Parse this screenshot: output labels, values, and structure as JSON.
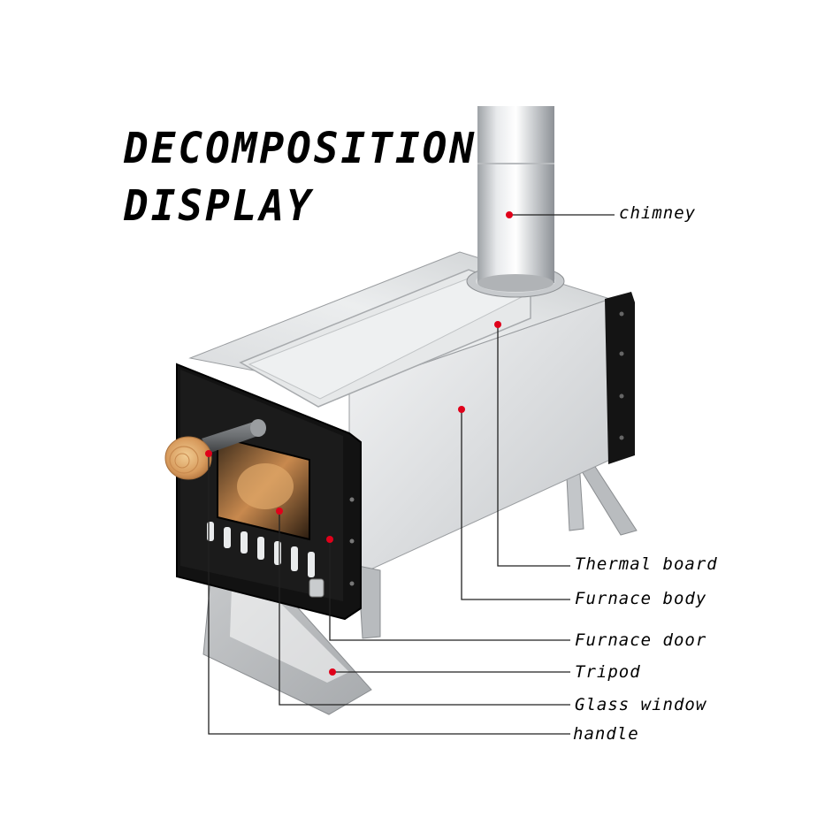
{
  "title": {
    "line1": "DECOMPOSITION",
    "line2": "DISPLAY"
  },
  "labels": {
    "chimney": "chimney",
    "thermal_board": "Thermal board",
    "furnace_body": "Furnace body",
    "furnace_door": "Furnace door",
    "tripod": "Tripod",
    "glass_window": "Glass window",
    "handle": "handle"
  },
  "colors": {
    "marker": "#e0001a",
    "leader": "#222222",
    "door": "#141414",
    "steel": "#d9dadb",
    "wood": "#d9a56b"
  }
}
